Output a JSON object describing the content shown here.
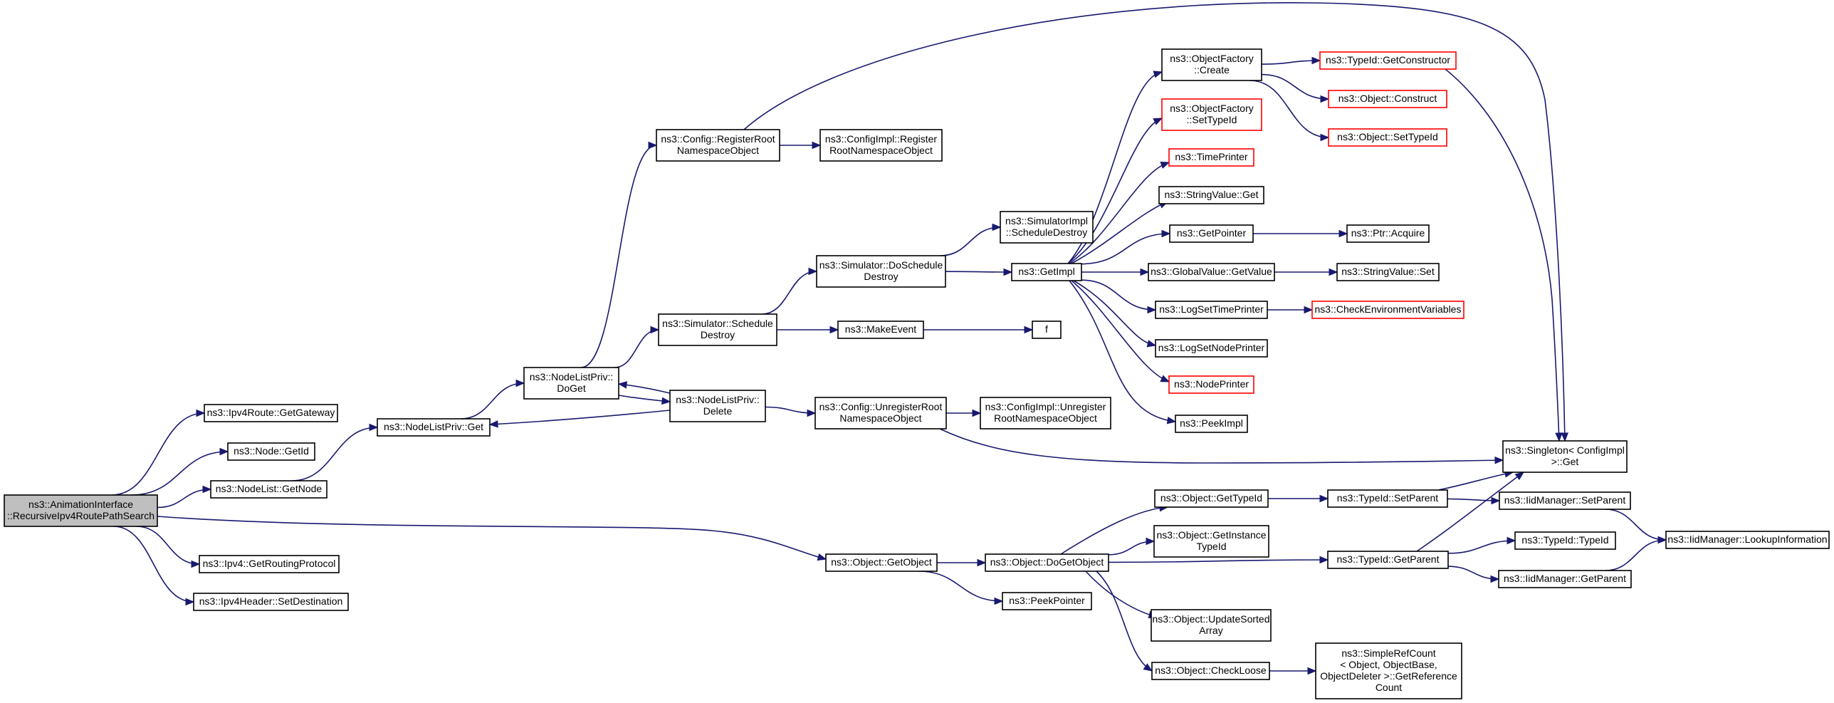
{
  "diagram": {
    "root": "ns3::AnimationInterface::RecursiveIpv4RoutePathSearch",
    "nodes": [
      {
        "id": "root",
        "lines": [
          "ns3::AnimationInterface",
          "::RecursiveIpv4RoutePathSearch"
        ],
        "style": "root"
      },
      {
        "id": "ipv4route_getgateway",
        "lines": [
          "ns3::Ipv4Route::GetGateway"
        ],
        "style": "normal"
      },
      {
        "id": "node_getid",
        "lines": [
          "ns3::Node::GetId"
        ],
        "style": "normal"
      },
      {
        "id": "nodelist_getnode",
        "lines": [
          "ns3::NodeList::GetNode"
        ],
        "style": "normal"
      },
      {
        "id": "ipv4_getroutingprotocol",
        "lines": [
          "ns3::Ipv4::GetRoutingProtocol"
        ],
        "style": "normal"
      },
      {
        "id": "ipv4header_setdestination",
        "lines": [
          "ns3::Ipv4Header::SetDestination"
        ],
        "style": "normal"
      },
      {
        "id": "nodelistpriv_get",
        "lines": [
          "ns3::NodeListPriv::Get"
        ],
        "style": "normal"
      },
      {
        "id": "nodelistpriv_doget",
        "lines": [
          "ns3::NodeListPriv::",
          "DoGet"
        ],
        "style": "normal"
      },
      {
        "id": "nodelistpriv_delete",
        "lines": [
          "ns3::NodeListPriv::",
          "Delete"
        ],
        "style": "normal"
      },
      {
        "id": "config_registerroot",
        "lines": [
          "ns3::Config::RegisterRoot",
          "NamespaceObject"
        ],
        "style": "normal"
      },
      {
        "id": "configimpl_registerroot",
        "lines": [
          "ns3::ConfigImpl::Register",
          "RootNamespaceObject"
        ],
        "style": "normal"
      },
      {
        "id": "simulator_scheduledestroy",
        "lines": [
          "ns3::Simulator::Schedule",
          "Destroy"
        ],
        "style": "normal"
      },
      {
        "id": "simulator_doscheduledestroy",
        "lines": [
          "ns3::Simulator::DoSchedule",
          "Destroy"
        ],
        "style": "normal"
      },
      {
        "id": "makeevent",
        "lines": [
          "ns3::MakeEvent"
        ],
        "style": "normal"
      },
      {
        "id": "f",
        "lines": [
          "f"
        ],
        "style": "normal"
      },
      {
        "id": "simulatorimpl_scheduledestroy",
        "lines": [
          "ns3::SimulatorImpl",
          "::ScheduleDestroy"
        ],
        "style": "normal"
      },
      {
        "id": "getimpl",
        "lines": [
          "ns3::GetImpl"
        ],
        "style": "normal"
      },
      {
        "id": "config_unregisterroot",
        "lines": [
          "ns3::Config::UnregisterRoot",
          "NamespaceObject"
        ],
        "style": "normal"
      },
      {
        "id": "configimpl_unregisterroot",
        "lines": [
          "ns3::ConfigImpl::Unregister",
          "RootNamespaceObject"
        ],
        "style": "normal"
      },
      {
        "id": "objectfactory_create",
        "lines": [
          "ns3::ObjectFactory",
          "::Create"
        ],
        "style": "normal"
      },
      {
        "id": "objectfactory_settypeid",
        "lines": [
          "ns3::ObjectFactory",
          "::SetTypeId"
        ],
        "style": "red"
      },
      {
        "id": "timeprinter",
        "lines": [
          "ns3::TimePrinter"
        ],
        "style": "red"
      },
      {
        "id": "stringvalue_get",
        "lines": [
          "ns3::StringValue::Get"
        ],
        "style": "normal"
      },
      {
        "id": "getpointer",
        "lines": [
          "ns3::GetPointer"
        ],
        "style": "normal"
      },
      {
        "id": "globalvalue_getvalue",
        "lines": [
          "ns3::GlobalValue::GetValue"
        ],
        "style": "normal"
      },
      {
        "id": "logsettimeprinter",
        "lines": [
          "ns3::LogSetTimePrinter"
        ],
        "style": "normal"
      },
      {
        "id": "logsetnodeprinter",
        "lines": [
          "ns3::LogSetNodePrinter"
        ],
        "style": "normal"
      },
      {
        "id": "nodeprinter",
        "lines": [
          "ns3::NodePrinter"
        ],
        "style": "red"
      },
      {
        "id": "peekimpl",
        "lines": [
          "ns3::PeekImpl"
        ],
        "style": "normal"
      },
      {
        "id": "typeid_getconstructor",
        "lines": [
          "ns3::TypeId::GetConstructor"
        ],
        "style": "red"
      },
      {
        "id": "object_construct",
        "lines": [
          "ns3::Object::Construct"
        ],
        "style": "red"
      },
      {
        "id": "object_settypeid",
        "lines": [
          "ns3::Object::SetTypeId"
        ],
        "style": "red"
      },
      {
        "id": "ptr_acquire",
        "lines": [
          "ns3::Ptr::Acquire"
        ],
        "style": "normal"
      },
      {
        "id": "stringvalue_set",
        "lines": [
          "ns3::StringValue::Set"
        ],
        "style": "normal"
      },
      {
        "id": "checkenvvars",
        "lines": [
          "ns3::CheckEnvironmentVariables"
        ],
        "style": "red"
      },
      {
        "id": "singleton_get",
        "lines": [
          "ns3::Singleton< ConfigImpl",
          " >::Get"
        ],
        "style": "normal"
      },
      {
        "id": "object_getobject",
        "lines": [
          "ns3::Object::GetObject"
        ],
        "style": "normal"
      },
      {
        "id": "object_dogetobject",
        "lines": [
          "ns3::Object::DoGetObject"
        ],
        "style": "normal"
      },
      {
        "id": "peekpointer",
        "lines": [
          "ns3::PeekPointer"
        ],
        "style": "normal"
      },
      {
        "id": "object_gettypeid",
        "lines": [
          "ns3::Object::GetTypeId"
        ],
        "style": "normal"
      },
      {
        "id": "object_getinstancetypeid",
        "lines": [
          "ns3::Object::GetInstance",
          "TypeId"
        ],
        "style": "normal"
      },
      {
        "id": "object_updatesortedarray",
        "lines": [
          "ns3::Object::UpdateSorted",
          "Array"
        ],
        "style": "normal"
      },
      {
        "id": "object_checkloose",
        "lines": [
          "ns3::Object::CheckLoose"
        ],
        "style": "normal"
      },
      {
        "id": "simplerefcount",
        "lines": [
          "ns3::SimpleRefCount",
          "< Object, ObjectBase,",
          " ObjectDeleter >::GetReference",
          "Count"
        ],
        "style": "normal"
      },
      {
        "id": "typeid_setparent",
        "lines": [
          "ns3::TypeId::SetParent"
        ],
        "style": "normal"
      },
      {
        "id": "typeid_getparent",
        "lines": [
          "ns3::TypeId::GetParent"
        ],
        "style": "normal"
      },
      {
        "id": "iidmanager_setparent",
        "lines": [
          "ns3::IidManager::SetParent"
        ],
        "style": "normal"
      },
      {
        "id": "typeid_typeid",
        "lines": [
          "ns3::TypeId::TypeId"
        ],
        "style": "normal"
      },
      {
        "id": "iidmanager_getparent",
        "lines": [
          "ns3::IidManager::GetParent"
        ],
        "style": "normal"
      },
      {
        "id": "iidmanager_lookupinformation",
        "lines": [
          "ns3::IidManager::LookupInformation"
        ],
        "style": "normal"
      }
    ],
    "edges": [
      {
        "from": "root",
        "to": "ipv4route_getgateway"
      },
      {
        "from": "root",
        "to": "node_getid"
      },
      {
        "from": "root",
        "to": "nodelist_getnode"
      },
      {
        "from": "root",
        "to": "ipv4_getroutingprotocol"
      },
      {
        "from": "root",
        "to": "ipv4header_setdestination"
      },
      {
        "from": "root",
        "to": "object_getobject"
      },
      {
        "from": "nodelist_getnode",
        "to": "nodelistpriv_get"
      },
      {
        "from": "nodelistpriv_get",
        "to": "nodelistpriv_doget"
      },
      {
        "from": "nodelistpriv_doget",
        "to": "config_registerroot"
      },
      {
        "from": "nodelistpriv_doget",
        "to": "simulator_scheduledestroy"
      },
      {
        "from": "nodelistpriv_doget",
        "to": "nodelistpriv_delete"
      },
      {
        "from": "nodelistpriv_delete",
        "to": "nodelistpriv_doget"
      },
      {
        "from": "nodelistpriv_delete",
        "to": "nodelistpriv_get"
      },
      {
        "from": "nodelistpriv_delete",
        "to": "config_unregisterroot"
      },
      {
        "from": "config_registerroot",
        "to": "configimpl_registerroot"
      },
      {
        "from": "config_registerroot",
        "to": "singleton_get"
      },
      {
        "from": "simulator_scheduledestroy",
        "to": "simulator_doscheduledestroy"
      },
      {
        "from": "simulator_scheduledestroy",
        "to": "makeevent"
      },
      {
        "from": "makeevent",
        "to": "f"
      },
      {
        "from": "simulator_doscheduledestroy",
        "to": "simulatorimpl_scheduledestroy"
      },
      {
        "from": "simulator_doscheduledestroy",
        "to": "getimpl"
      },
      {
        "from": "config_unregisterroot",
        "to": "configimpl_unregisterroot"
      },
      {
        "from": "config_unregisterroot",
        "to": "singleton_get"
      },
      {
        "from": "getimpl",
        "to": "objectfactory_create"
      },
      {
        "from": "getimpl",
        "to": "objectfactory_settypeid"
      },
      {
        "from": "getimpl",
        "to": "timeprinter"
      },
      {
        "from": "getimpl",
        "to": "stringvalue_get"
      },
      {
        "from": "getimpl",
        "to": "getpointer"
      },
      {
        "from": "getimpl",
        "to": "globalvalue_getvalue"
      },
      {
        "from": "getimpl",
        "to": "logsettimeprinter"
      },
      {
        "from": "getimpl",
        "to": "logsetnodeprinter"
      },
      {
        "from": "getimpl",
        "to": "nodeprinter"
      },
      {
        "from": "getimpl",
        "to": "peekimpl"
      },
      {
        "from": "objectfactory_create",
        "to": "typeid_getconstructor"
      },
      {
        "from": "objectfactory_create",
        "to": "object_construct"
      },
      {
        "from": "objectfactory_create",
        "to": "object_settypeid"
      },
      {
        "from": "typeid_getconstructor",
        "to": "singleton_get"
      },
      {
        "from": "getpointer",
        "to": "ptr_acquire"
      },
      {
        "from": "globalvalue_getvalue",
        "to": "stringvalue_set"
      },
      {
        "from": "logsettimeprinter",
        "to": "checkenvvars"
      },
      {
        "from": "object_getobject",
        "to": "object_dogetobject"
      },
      {
        "from": "object_getobject",
        "to": "peekpointer"
      },
      {
        "from": "object_dogetobject",
        "to": "object_gettypeid"
      },
      {
        "from": "object_dogetobject",
        "to": "object_getinstancetypeid"
      },
      {
        "from": "object_dogetobject",
        "to": "typeid_getparent"
      },
      {
        "from": "object_dogetobject",
        "to": "object_updatesortedarray"
      },
      {
        "from": "object_dogetobject",
        "to": "object_checkloose"
      },
      {
        "from": "object_gettypeid",
        "to": "typeid_setparent"
      },
      {
        "from": "object_checkloose",
        "to": "simplerefcount"
      },
      {
        "from": "typeid_setparent",
        "to": "singleton_get"
      },
      {
        "from": "typeid_setparent",
        "to": "iidmanager_setparent"
      },
      {
        "from": "typeid_getparent",
        "to": "singleton_get"
      },
      {
        "from": "typeid_getparent",
        "to": "typeid_typeid"
      },
      {
        "from": "typeid_getparent",
        "to": "iidmanager_getparent"
      },
      {
        "from": "iidmanager_setparent",
        "to": "iidmanager_lookupinformation"
      },
      {
        "from": "iidmanager_getparent",
        "to": "iidmanager_lookupinformation"
      }
    ],
    "colors": {
      "edge": "#191970",
      "box_border": "#000000",
      "box_border_undocumented": "#ff0000",
      "root_fill": "#bfbfbf",
      "background": "#ffffff"
    }
  }
}
